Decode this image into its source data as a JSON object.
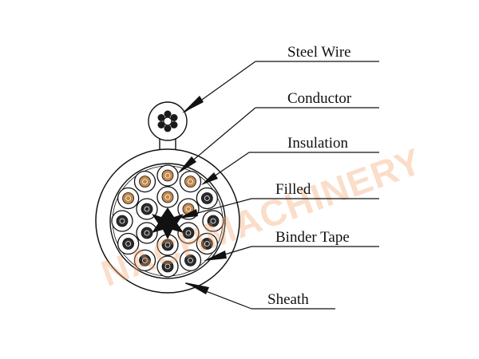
{
  "watermark": "NACHMACHINERY",
  "labels": {
    "steel_wire": "Steel Wire",
    "conductor": "Conductor",
    "insulation": "Insulation",
    "filled": "Filled",
    "binder_tape": "Binder Tape",
    "sheath": "Sheath"
  },
  "colors": {
    "line": "#111111",
    "conductor_copper": "#c38a4e",
    "conductor_dark": "#2b2b2b",
    "watermark": "#f3a36a"
  }
}
